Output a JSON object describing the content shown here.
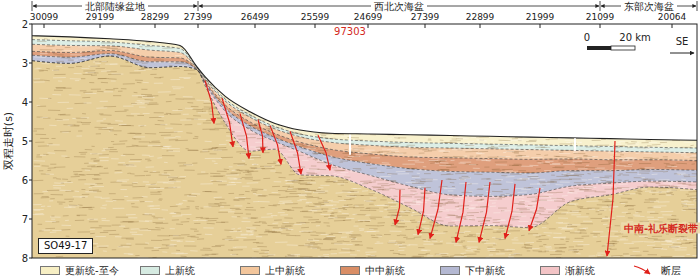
{
  "diagram": {
    "nodes": [
      {
        "text": [
          "SO49-17"
        ]
      }
    ],
    "labels": [
      "北部陆缘盆地",
      "西北次海盆",
      "东部次海盆",
      "30099",
      "29199",
      "28299",
      "27399",
      "26499",
      "25599",
      "24699",
      "27399",
      "22899",
      "21999",
      "21099",
      "20064",
      "97303",
      "0",
      "20 km",
      "SE",
      "2",
      "3",
      "4",
      "5",
      "6",
      "7",
      "8",
      "双程走时(s)",
      "中南-礼乐断裂带"
    ],
    "legend": [
      {
        "text": "更新统-至今",
        "color": "#f7efc4"
      },
      {
        "text": "上新统",
        "color": "#d6ebe2"
      },
      {
        "text": "上中新统",
        "color": "#f3c69c"
      },
      {
        "text": "中中新统",
        "color": "#d98e66"
      },
      {
        "text": "下中新统",
        "color": "#b4b8d2"
      },
      {
        "text": "渐新统",
        "color": "#f3c4c6"
      },
      {
        "text": "断层"
      }
    ]
  }
}
